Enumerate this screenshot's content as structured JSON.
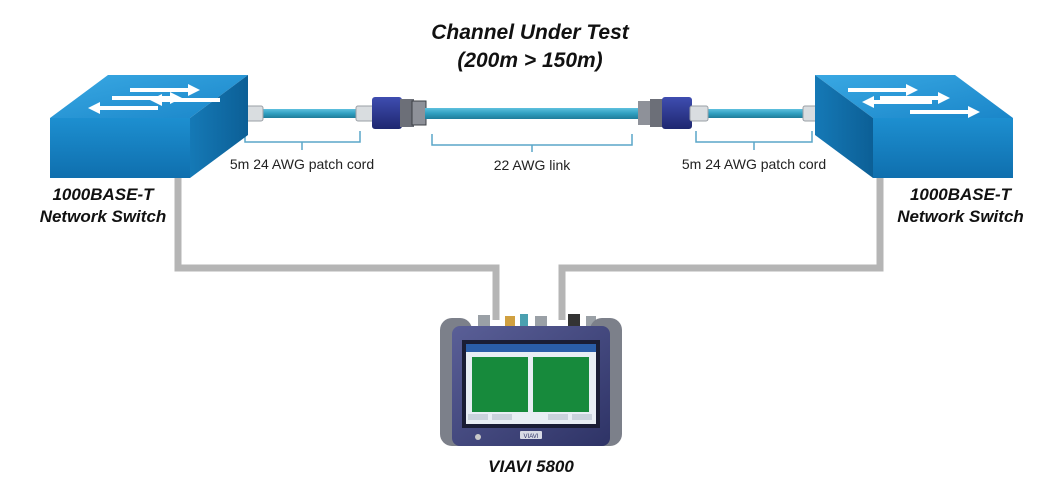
{
  "title": {
    "line1": "Channel Under Test",
    "line2": "(200m > 150m)"
  },
  "cables": {
    "left_patch": "5m 24 AWG patch cord",
    "link": "22 AWG link",
    "right_patch": "5m 24 AWG patch cord"
  },
  "switch_left": {
    "line1": "1000BASE-T",
    "line2": "Network Switch"
  },
  "switch_right": {
    "line1": "1000BASE-T",
    "line2": "Network Switch"
  },
  "tester": {
    "label": "VIAVI 5800",
    "brand": "VIAVI"
  },
  "colors": {
    "switch_blue": "#1d8fd0",
    "cable_teal": "#2f9fc0",
    "connector_navy": "#2a3590",
    "test_lead_gray": "#b5b5b5",
    "tester_body": "#3e447c",
    "screen_green": "#178a3c"
  },
  "icons": [
    "switch-icon",
    "rj45-connector-icon",
    "viavi-5800-tester-icon"
  ]
}
